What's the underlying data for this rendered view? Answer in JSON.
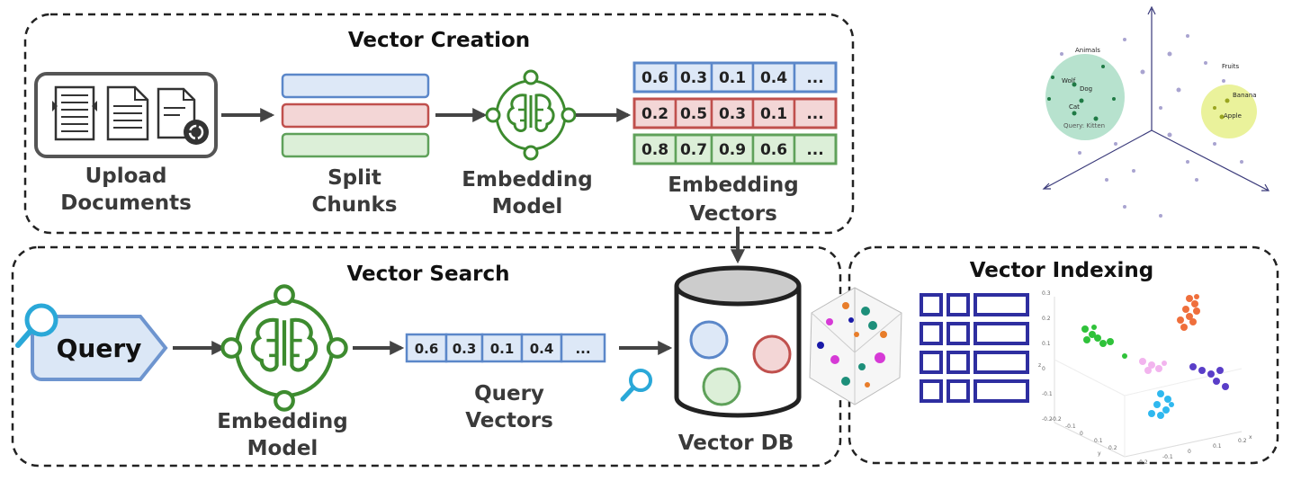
{
  "sections": {
    "creation": {
      "title": "Vector Creation"
    },
    "search": {
      "title": "Vector Search"
    },
    "indexing": {
      "title": "Vector Indexing"
    }
  },
  "creation": {
    "upload": {
      "line1": "Upload",
      "line2": "Documents"
    },
    "split": {
      "line1": "Split",
      "line2": "Chunks"
    },
    "model": {
      "line1": "Embedding",
      "line2": "Model"
    },
    "vectors": {
      "line1": "Embedding",
      "line2": "Vectors",
      "rows": [
        {
          "color": "#5b87c9",
          "fill": "#dde8f7",
          "cells": [
            "0.6",
            "0.3",
            "0.1",
            "0.4",
            "..."
          ]
        },
        {
          "color": "#c0504d",
          "fill": "#f3d6d6",
          "cells": [
            "0.2",
            "0.5",
            "0.3",
            "0.1",
            "..."
          ]
        },
        {
          "color": "#5fa15a",
          "fill": "#dcefd8",
          "cells": [
            "0.8",
            "0.7",
            "0.9",
            "0.6",
            "..."
          ]
        }
      ]
    }
  },
  "search": {
    "query": {
      "label": "Query"
    },
    "model": {
      "line1": "Embedding",
      "line2": "Model"
    },
    "query_vector": {
      "line1": "Query",
      "line2": "Vectors",
      "cells": [
        "0.6",
        "0.3",
        "0.1",
        "0.4",
        "..."
      ]
    },
    "db": {
      "label": "Vector DB"
    }
  },
  "plot_top": {
    "clusters": [
      {
        "label": "Animals",
        "color": "#9fd8bd"
      },
      {
        "label": "Fruits",
        "color": "#e6f08a"
      }
    ],
    "points": [
      {
        "label": "Wolf"
      },
      {
        "label": "Dog"
      },
      {
        "label": "Cat"
      },
      {
        "label": "Query: Kitten"
      },
      {
        "label": "Banana"
      },
      {
        "label": "Apple"
      }
    ]
  },
  "plot_bottom": {
    "ticks_z": [
      "0.3",
      "0.2",
      "0.1",
      "0",
      "-0.1",
      "-0.2"
    ],
    "ticks_x": [
      "-0.2",
      "-0.1",
      "0",
      "0.1",
      "0.2"
    ],
    "ticks_y": [
      "-0.2",
      "-0.1",
      "0",
      "0.1",
      "0.2"
    ],
    "axis_z": "z",
    "axis_x": "x",
    "axis_y": "y"
  },
  "colors": {
    "green_icon": "#3d8b2f",
    "accent_blue": "#2aa8d8",
    "index_blue": "#2e2ea0",
    "query_fill": "#dbe7f6",
    "query_stroke": "#6e95cf"
  }
}
